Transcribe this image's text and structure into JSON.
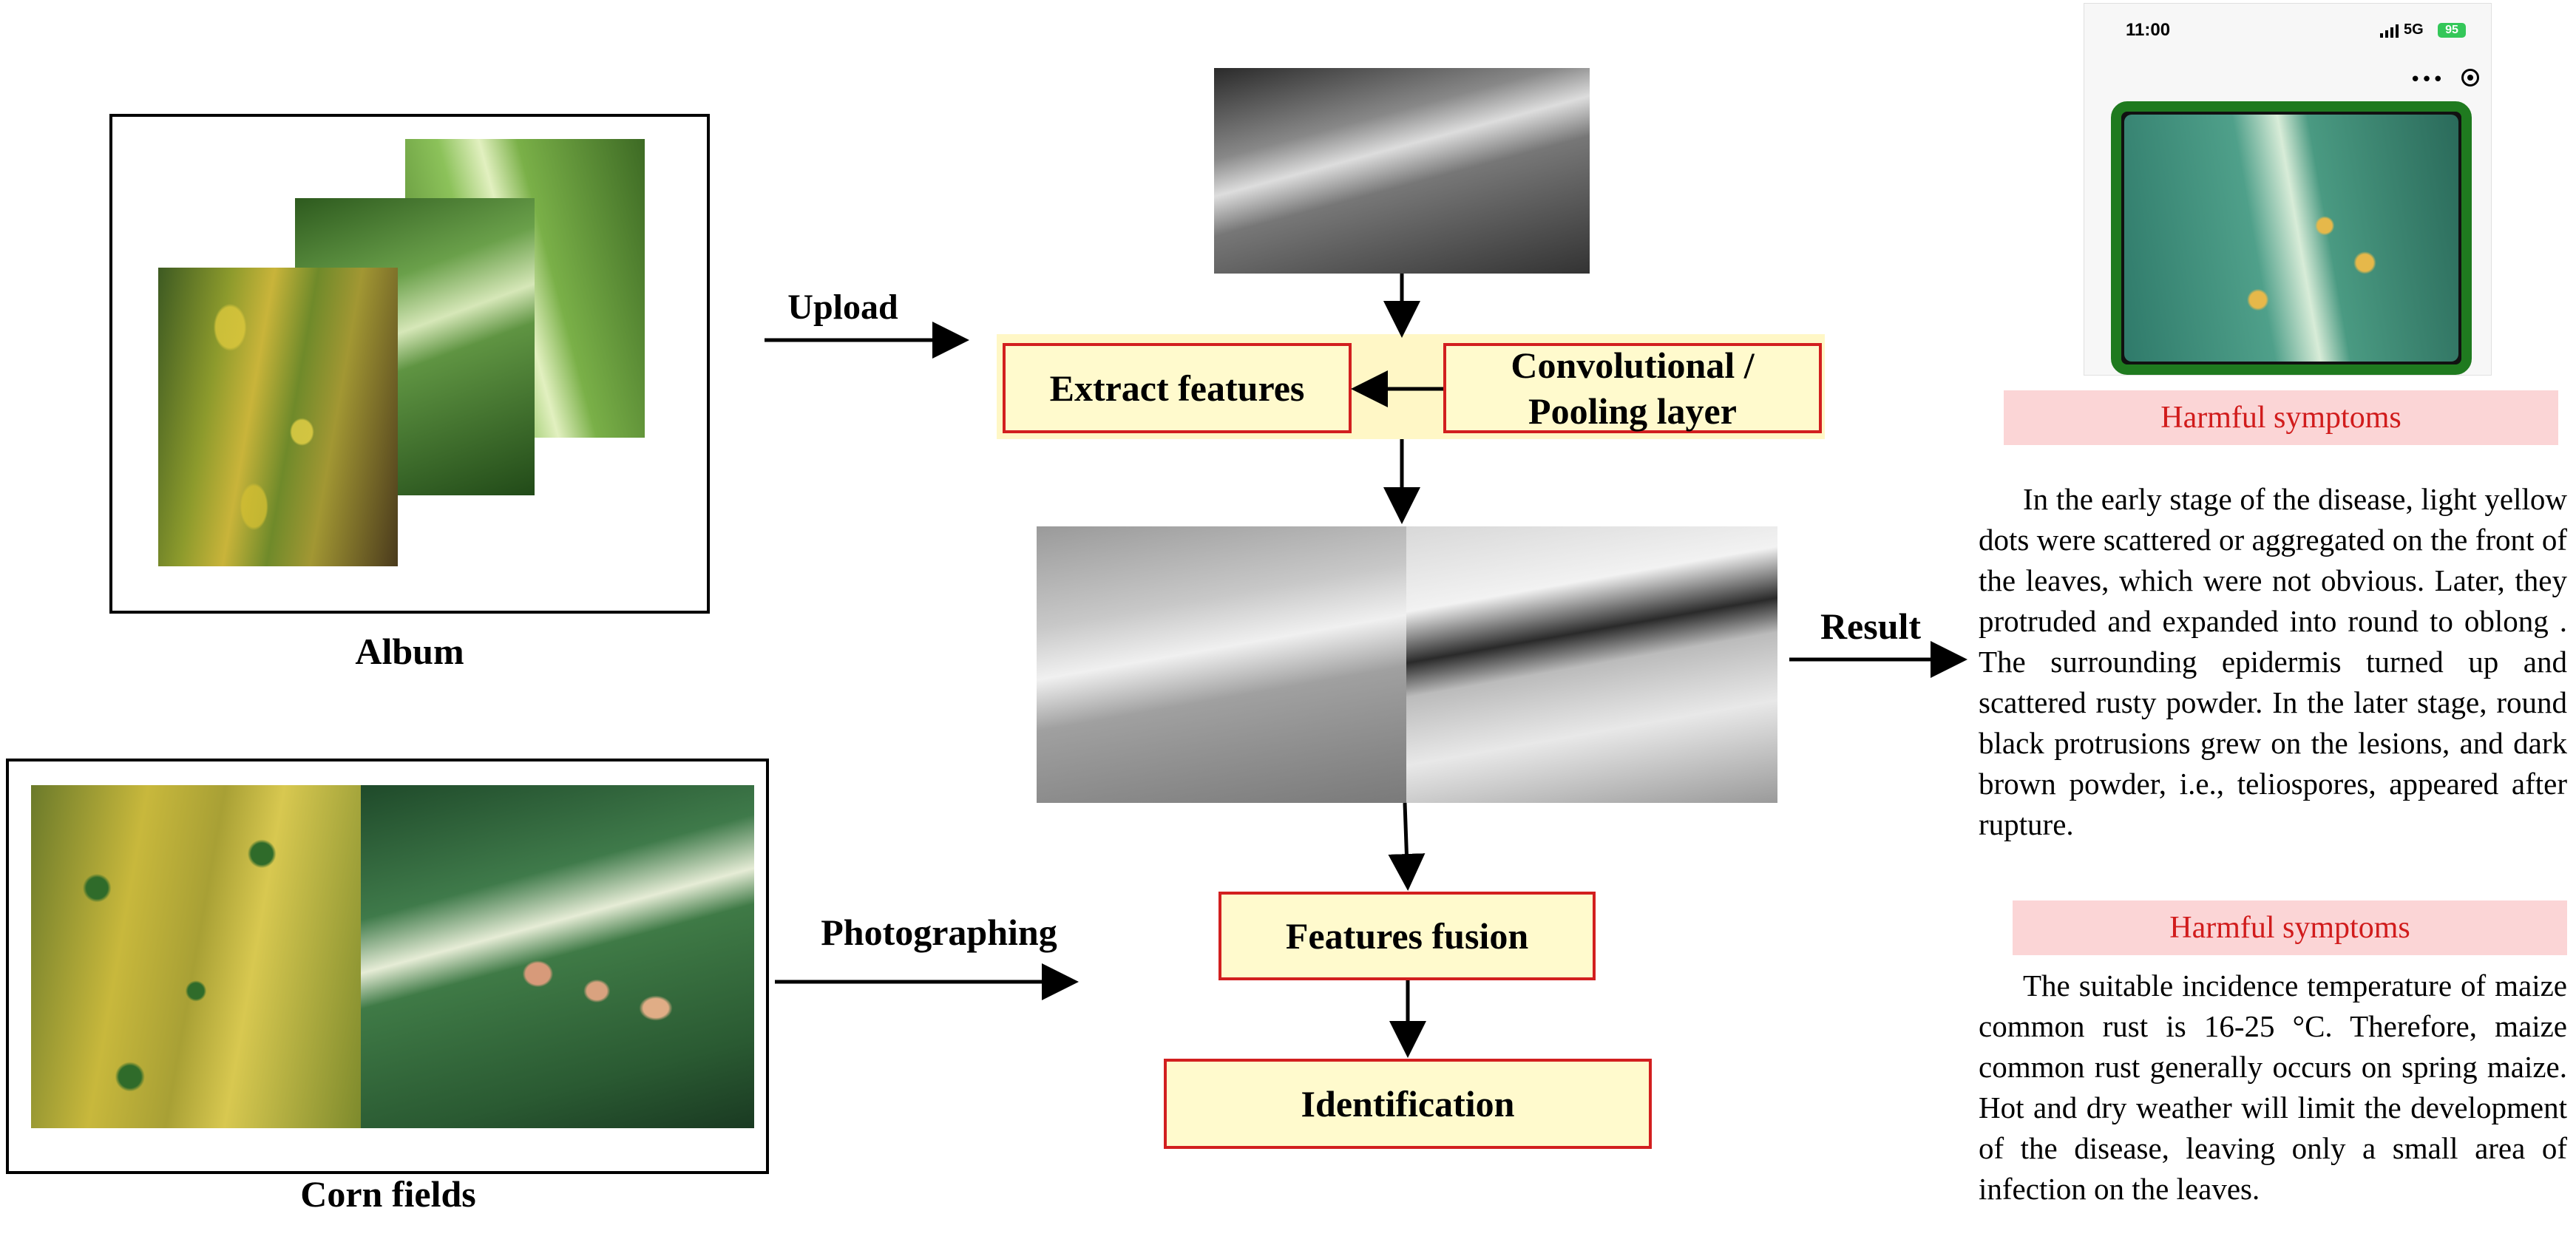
{
  "album": {
    "label": "Album"
  },
  "corn_fields": {
    "label": "Corn fields"
  },
  "flow": {
    "upload_label": "Upload",
    "photographing_label": "Photographing",
    "result_label": "Result",
    "extract_features": "Extract features",
    "conv_pool_line1": "Convolutional /",
    "conv_pool_line2": "Pooling layer",
    "features_fusion": "Features fusion",
    "identification": "Identification"
  },
  "phone": {
    "time": "11:00",
    "network": "5G",
    "battery": "95"
  },
  "result_panel": {
    "heading1": "Harmful symptoms",
    "paragraph1": "In the early stage of the disease, light yellow dots were scattered or aggregated on the front of the leaves, which were not obvious. Later, they protruded and expanded into round to oblong . The surrounding epidermis turned up and scattered rusty powder. In the later stage, round black protrusions grew on the lesions, and dark brown powder, i.e., teliospores, appeared after rupture.",
    "heading2": "Harmful symptoms",
    "paragraph2": "The suitable incidence temperature of maize common rust is 16-25 °C. Therefore, maize common rust generally occurs on spring maize. Hot and dry weather will limit the development of the disease, leaving only a small area of infection on the leaves."
  },
  "colors": {
    "box_border": "#d21f1f",
    "box_fill": "#fffacd",
    "pink_band": "#fbd5d6",
    "pink_text": "#d11c1c",
    "phone_frame_green": "#1f7a1f"
  }
}
